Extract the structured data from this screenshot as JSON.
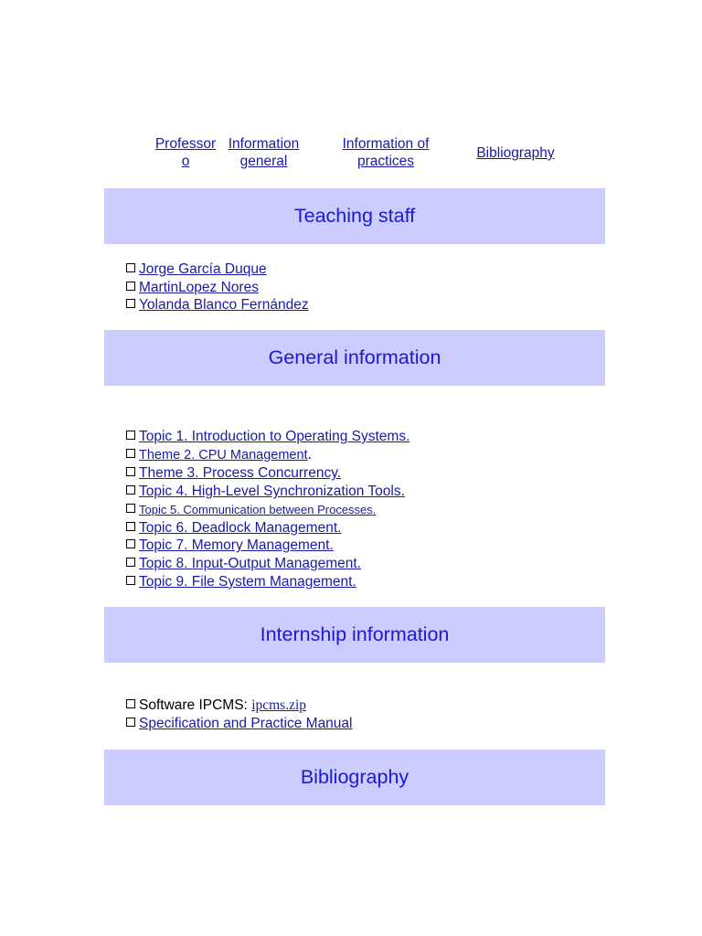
{
  "nav": {
    "professor": [
      "Professor",
      "o"
    ],
    "general": [
      "Information",
      "general"
    ],
    "practices": [
      "Information of",
      "practices"
    ],
    "bibliography": "Bibliography"
  },
  "sections": {
    "teaching_staff": "Teaching staff",
    "general_information": "General information",
    "internship_information": "Internship information",
    "bibliography": "Bibliography"
  },
  "staff": [
    "Jorge García Duque",
    "MartinLopez Nores",
    "Yolanda Blanco Fernández"
  ],
  "topics": [
    "Topic 1. Introduction to Operating Systems.",
    "Theme 2. CPU Management",
    "Theme 3. Process Concurrency.",
    "Topic 4. High-Level Synchronization Tools.",
    "Topic 5. Communication between Processes.",
    "Topic 6. Deadlock Management.",
    "Topic 7. Memory Management.",
    "Topic 8. Input-Output Management.",
    "Topic 9. File System Management."
  ],
  "internship": {
    "software_label": "Software IPCMS: ",
    "software_link": "ipcms.zip",
    "manual_link": "Specification and Practice Manual"
  },
  "period": "."
}
